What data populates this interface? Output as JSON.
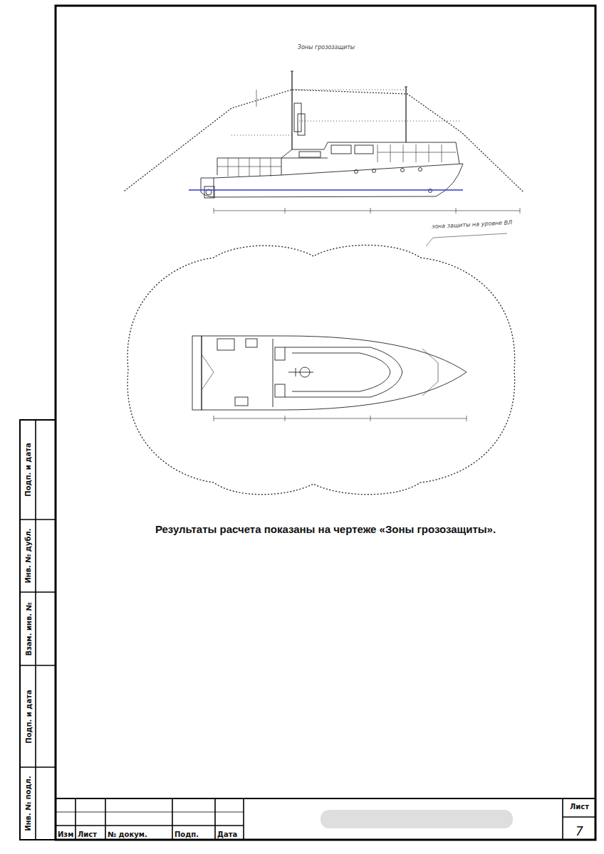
{
  "diagram": {
    "title": "Зоны грозозащиты",
    "caption": "Результаты расчета показаны на чертеже «Зоны грозозащиты».",
    "nodes": [
      {
        "text": [
          "Подп. и дата"
        ]
      },
      {
        "text": [
          "Инв. № дубл."
        ]
      },
      {
        "text": [
          "Взам. инв. №"
        ]
      },
      {
        "text": [
          "Подп. и дата"
        ]
      },
      {
        "text": [
          "Инв. № подл."
        ]
      },
      {
        "text": [
          "Изм"
        ]
      },
      {
        "text": [
          "Лист"
        ]
      },
      {
        "text": [
          "№ докум."
        ]
      },
      {
        "text": [
          "Подп."
        ]
      },
      {
        "text": [
          "Дата"
        ]
      },
      {
        "text": [
          "Лист",
          "7"
        ]
      }
    ],
    "labels": [
      "зона защиты на уровне ВЛ"
    ]
  }
}
